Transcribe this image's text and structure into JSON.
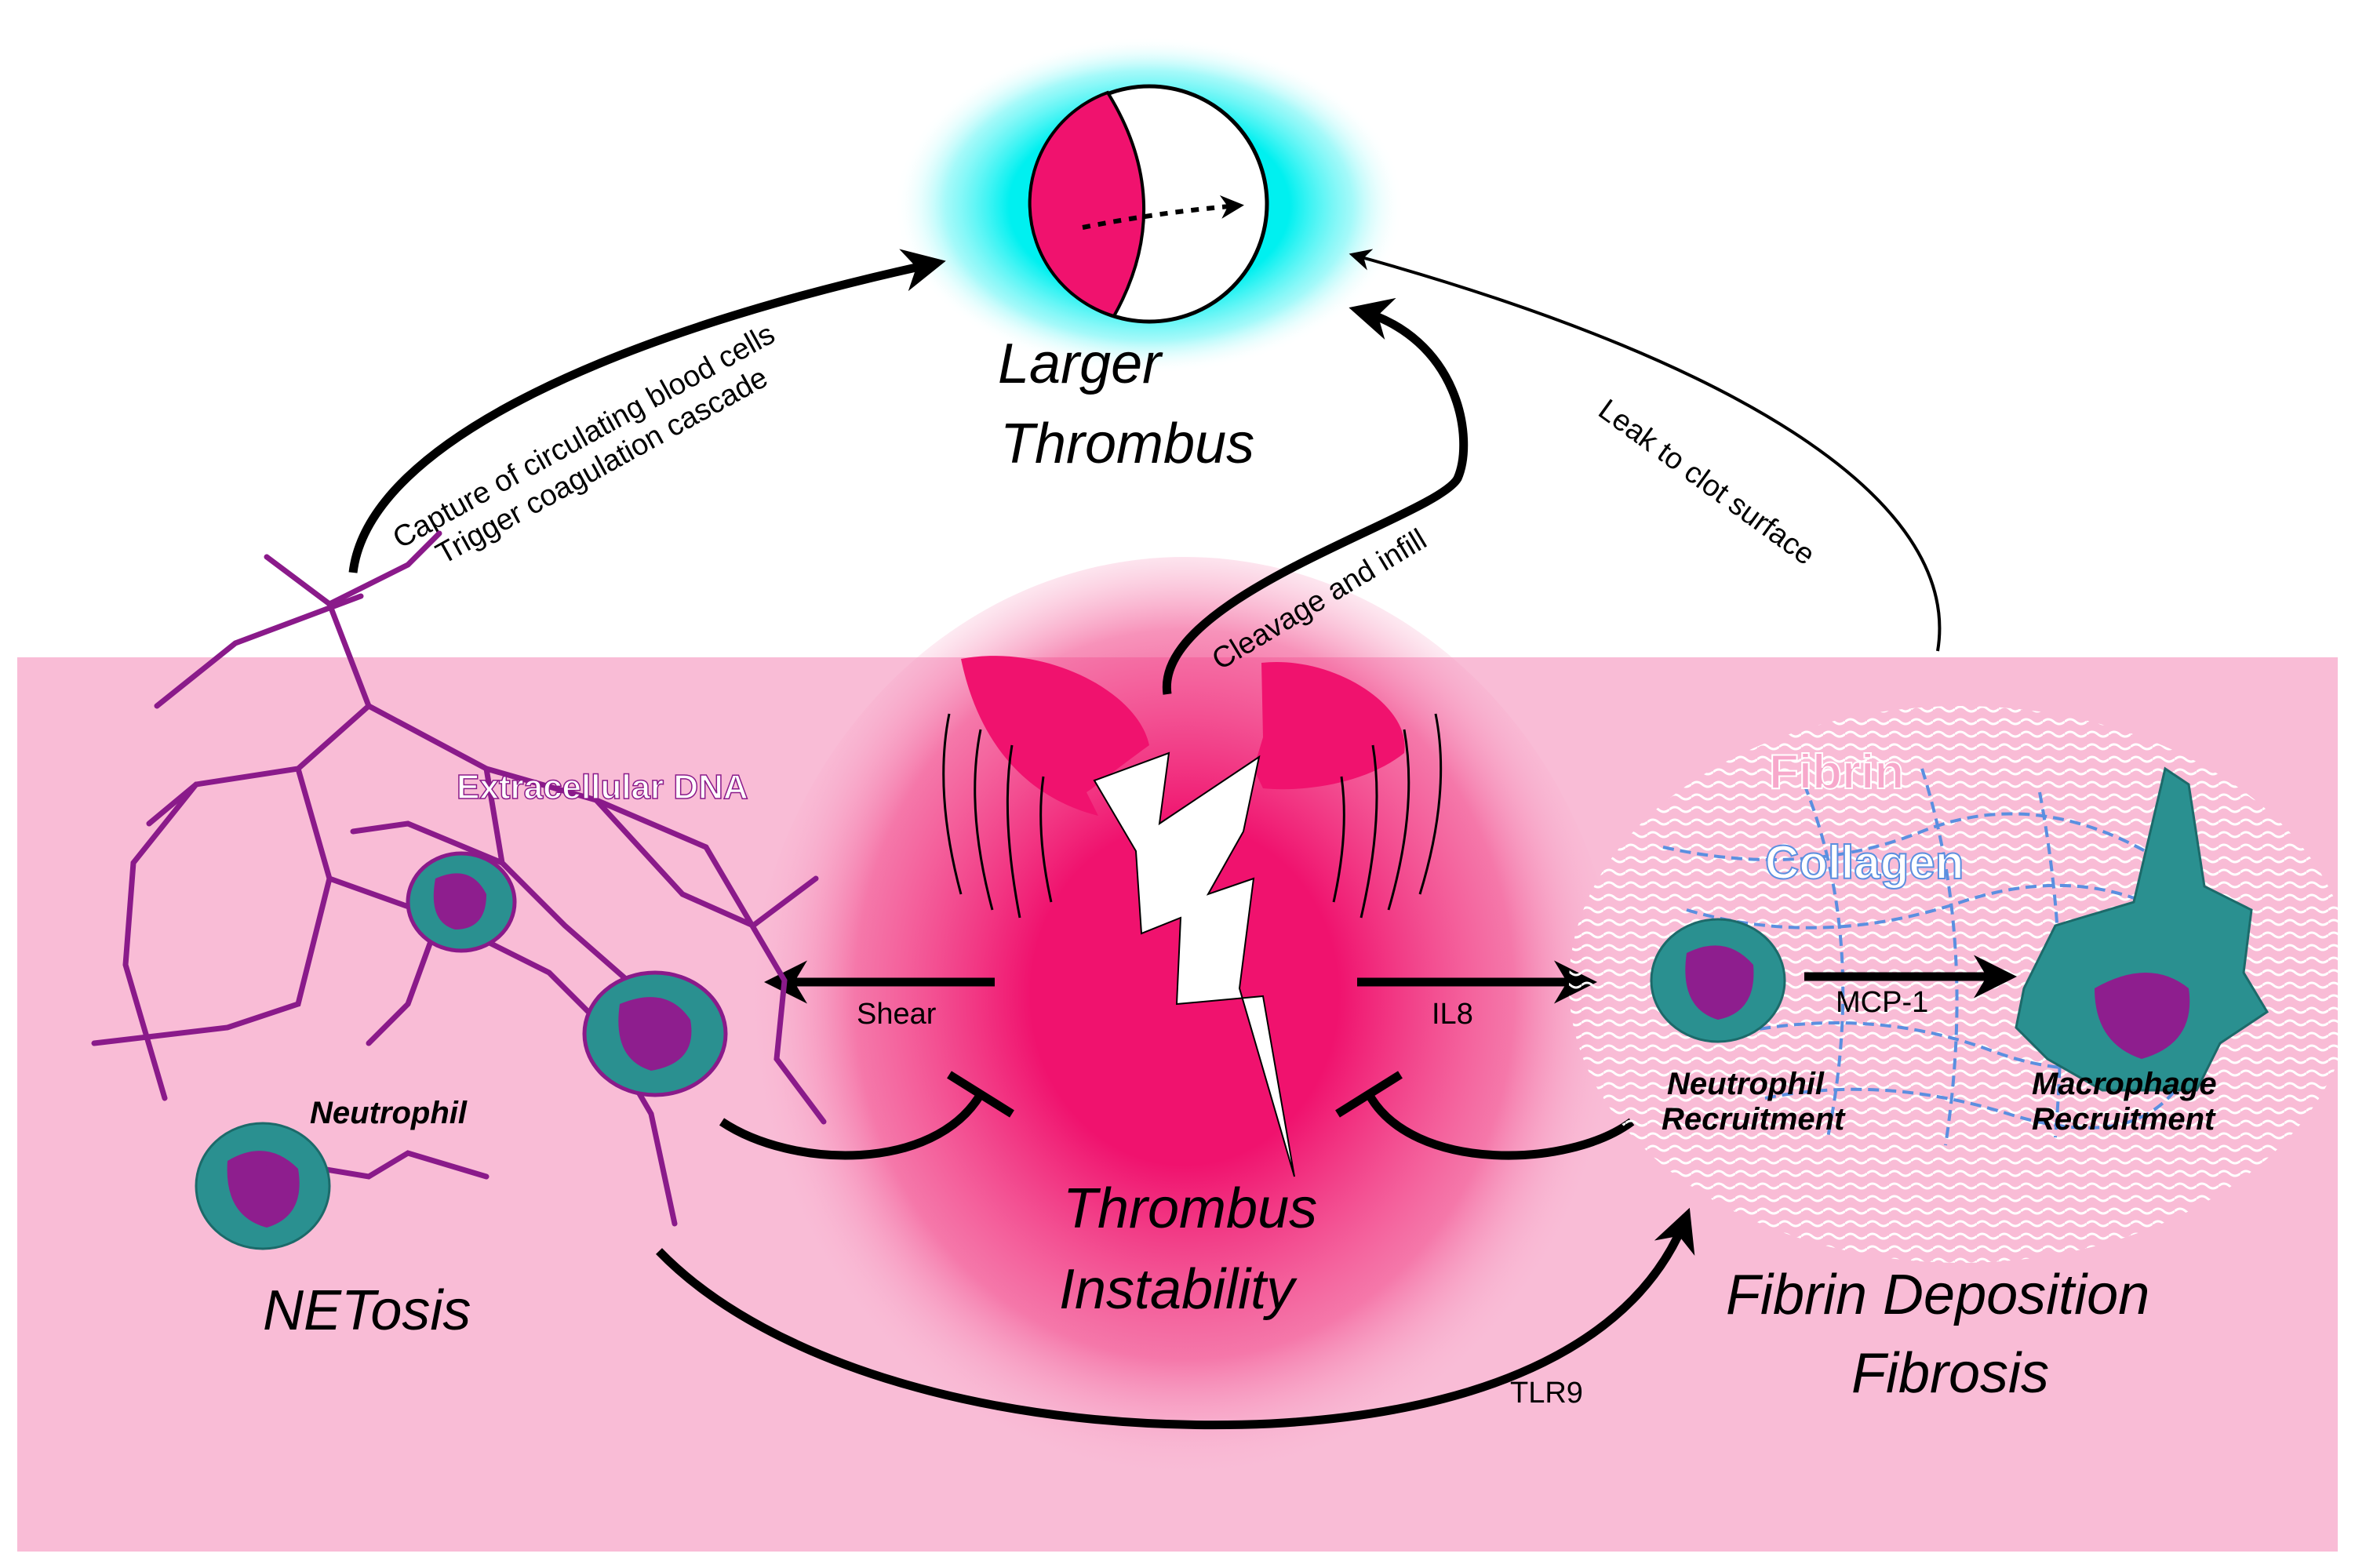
{
  "colors": {
    "panel_pink": "#F9BCD6",
    "hot_pink": "#F0126E",
    "glow_cyan": "#00F0F0",
    "net_purple": "#8A1A8A",
    "cell_teal": "#2A9090",
    "nucleus_purple": "#8E1E8E",
    "arrow_black": "#000000"
  },
  "top": {
    "title_line1": "Larger",
    "title_line2": "Thrombus"
  },
  "arrows": {
    "capture_line1": "Capture of circulating  blood cells",
    "capture_line2": "Trigger coagulation cascade",
    "cleavage": "Cleavage and infill",
    "leak": "Leak to clot surface",
    "shear": "Shear",
    "il8": "IL8",
    "tlr9": "TLR9",
    "mcp1": "MCP-1"
  },
  "left": {
    "dna_label": "Extracellular DNA",
    "neutrophil_label": "Neutrophil",
    "title": "NETosis"
  },
  "center": {
    "title_line1": "Thrombus",
    "title_line2": "Instability"
  },
  "right": {
    "fibrin_label": "Fibrin",
    "collagen_label": "Collagen",
    "neutrophil_line1": "Neutrophil",
    "neutrophil_line2": "Recruitment",
    "macrophage_line1": "Macrophage",
    "macrophage_line2": "Recruitment",
    "title_line1": "Fibrin Deposition",
    "title_line2": "Fibrosis"
  }
}
